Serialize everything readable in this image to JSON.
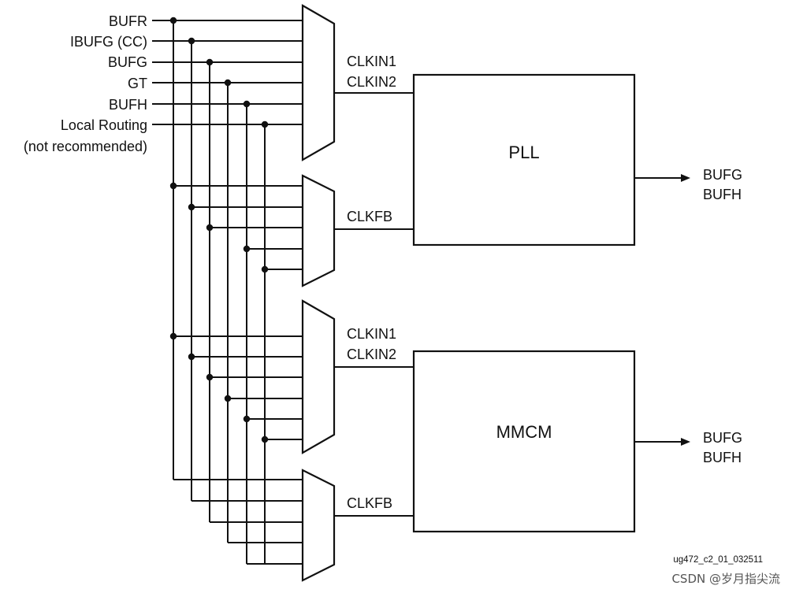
{
  "sources": [
    "BUFR",
    "IBUFG (CC)",
    "BUFG",
    "GT",
    "BUFH",
    "Local Routing"
  ],
  "source_note": "(not recommended)",
  "pll": {
    "label": "PLL",
    "clkin1": "CLKIN1",
    "clkin2": "CLKIN2",
    "clkfb": "CLKFB",
    "outputs": [
      "BUFG",
      "BUFH"
    ]
  },
  "mmcm": {
    "label": "MMCM",
    "clkin1": "CLKIN1",
    "clkin2": "CLKIN2",
    "clkfb": "CLKFB",
    "outputs": [
      "BUFG",
      "BUFH"
    ]
  },
  "figure_id": "ug472_c2_01_032511",
  "watermark": "CSDN @岁月指尖流"
}
